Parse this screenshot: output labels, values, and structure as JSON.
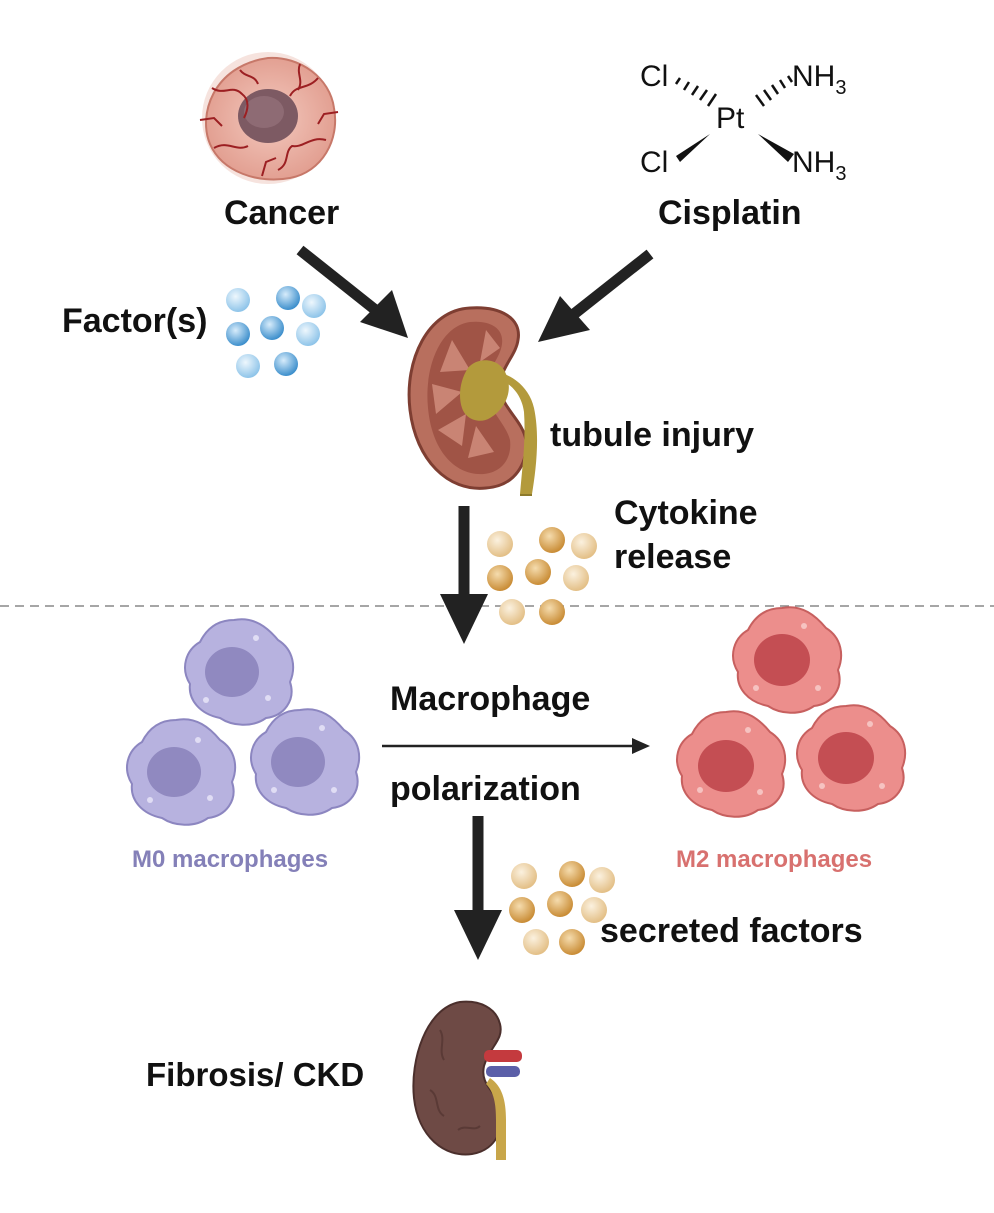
{
  "labels": {
    "cancer": "Cancer",
    "cisplatin": "Cisplatin",
    "factors": "Factor(s)",
    "tubule_injury": "tubule injury",
    "cytokine_line1": "Cytokine",
    "cytokine_line2": "release",
    "macrophage_line1": "Macrophage",
    "macrophage_line2": "polarization",
    "m0": "M0 macrophages",
    "m2": "M2 macrophages",
    "secreted": "secreted factors",
    "fibrosis": "Fibrosis/ CKD"
  },
  "molecule": {
    "cl_top": "Cl",
    "cl_bottom": "Cl",
    "pt": "Pt",
    "nh3_top": "NH",
    "nh3_top_sub": "3",
    "nh3_bottom": "NH",
    "nh3_bottom_sub": "3"
  },
  "colors": {
    "m0_cell": "#b7b2df",
    "m0_nucleus": "#9089c0",
    "m0_text": "#8480b8",
    "m2_cell": "#ec8e8c",
    "m2_nucleus": "#c44e53",
    "m2_text": "#d8716f",
    "arrow": "#222222",
    "factor_blue": "#4f9fd3",
    "factor_tan": "#d7a25b"
  },
  "icons": [
    "cancer-tumor-icon",
    "kidney-cross-section-icon",
    "m0-macrophage-icon",
    "m2-macrophage-icon",
    "ckd-kidney-icon"
  ]
}
